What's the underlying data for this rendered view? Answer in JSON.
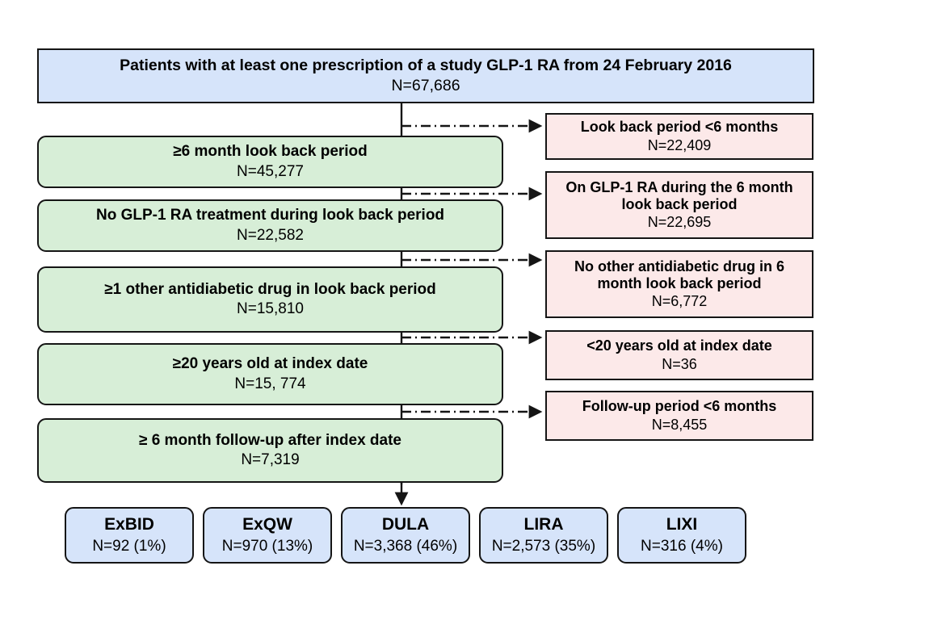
{
  "figure": {
    "type": "flowchart",
    "description": "Patient attrition / cohort selection flow diagram for a study of GLP-1 RA prescriptions"
  },
  "top_box": {
    "title": "Patients with at least one prescription of a study GLP-1 RA from 24 February 2016",
    "count": "N=67,686",
    "fill": "#d6e4fa"
  },
  "inclusion_steps": [
    {
      "title": "≥6 month look back period",
      "count": "N=45,277"
    },
    {
      "title": "No GLP-1 RA treatment during look back period",
      "count": "N=22,582"
    },
    {
      "title": "≥1 other antidiabetic drug in look back period",
      "count": "N=15,810"
    },
    {
      "title": "≥20 years old at index date",
      "count": "N=15, 774"
    },
    {
      "title": "≥ 6 month follow-up after index date",
      "count": "N=7,319"
    }
  ],
  "exclusion_steps": [
    {
      "title": "Look back period <6 months",
      "count": "N=22,409"
    },
    {
      "title": "On GLP-1 RA during the 6 month look back period",
      "count": "N=22,695"
    },
    {
      "title": "No other antidiabetic drug in 6 month look back period",
      "count": "N=6,772"
    },
    {
      "title": "<20 years old at index date",
      "count": "N=36"
    },
    {
      "title": "Follow-up period <6 months",
      "count": "N=8,455"
    }
  ],
  "cohorts": [
    {
      "title": "ExBID",
      "count": "N=92 (1%)"
    },
    {
      "title": "ExQW",
      "count": "N=970 (13%)"
    },
    {
      "title": "DULA",
      "count": "N=3,368 (46%)"
    },
    {
      "title": "LIRA",
      "count": "N=2,573 (35%)"
    },
    {
      "title": "LIXI",
      "count": "N=316 (4%)"
    }
  ],
  "colors": {
    "inclusion_fill": "#d7eed7",
    "exclusion_fill": "#fce9e9",
    "cohort_fill": "#d6e4fa",
    "stroke": "#151515"
  }
}
